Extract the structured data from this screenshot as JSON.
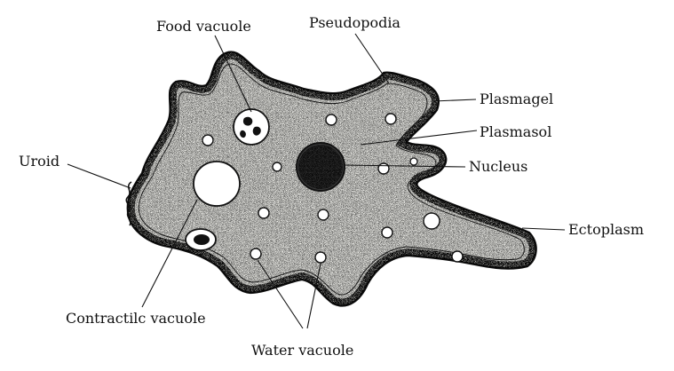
{
  "labels": {
    "food_vacuole": "Food vacuole",
    "pseudopodia": "Pseudopodia",
    "plasmagel": "Plasmagel",
    "plasmasol": "Plasmasol",
    "nucleus": "Nucleus",
    "ectoplasm": "Ectoplasm",
    "uroid": "Uroid",
    "contractile_vacuole": "Contractilc vacuole",
    "water_vacuole": "Water vacuole"
  },
  "colors": {
    "ink": "#111111",
    "paper": "#ffffff",
    "cytoplasm": "#f7f7f2"
  }
}
